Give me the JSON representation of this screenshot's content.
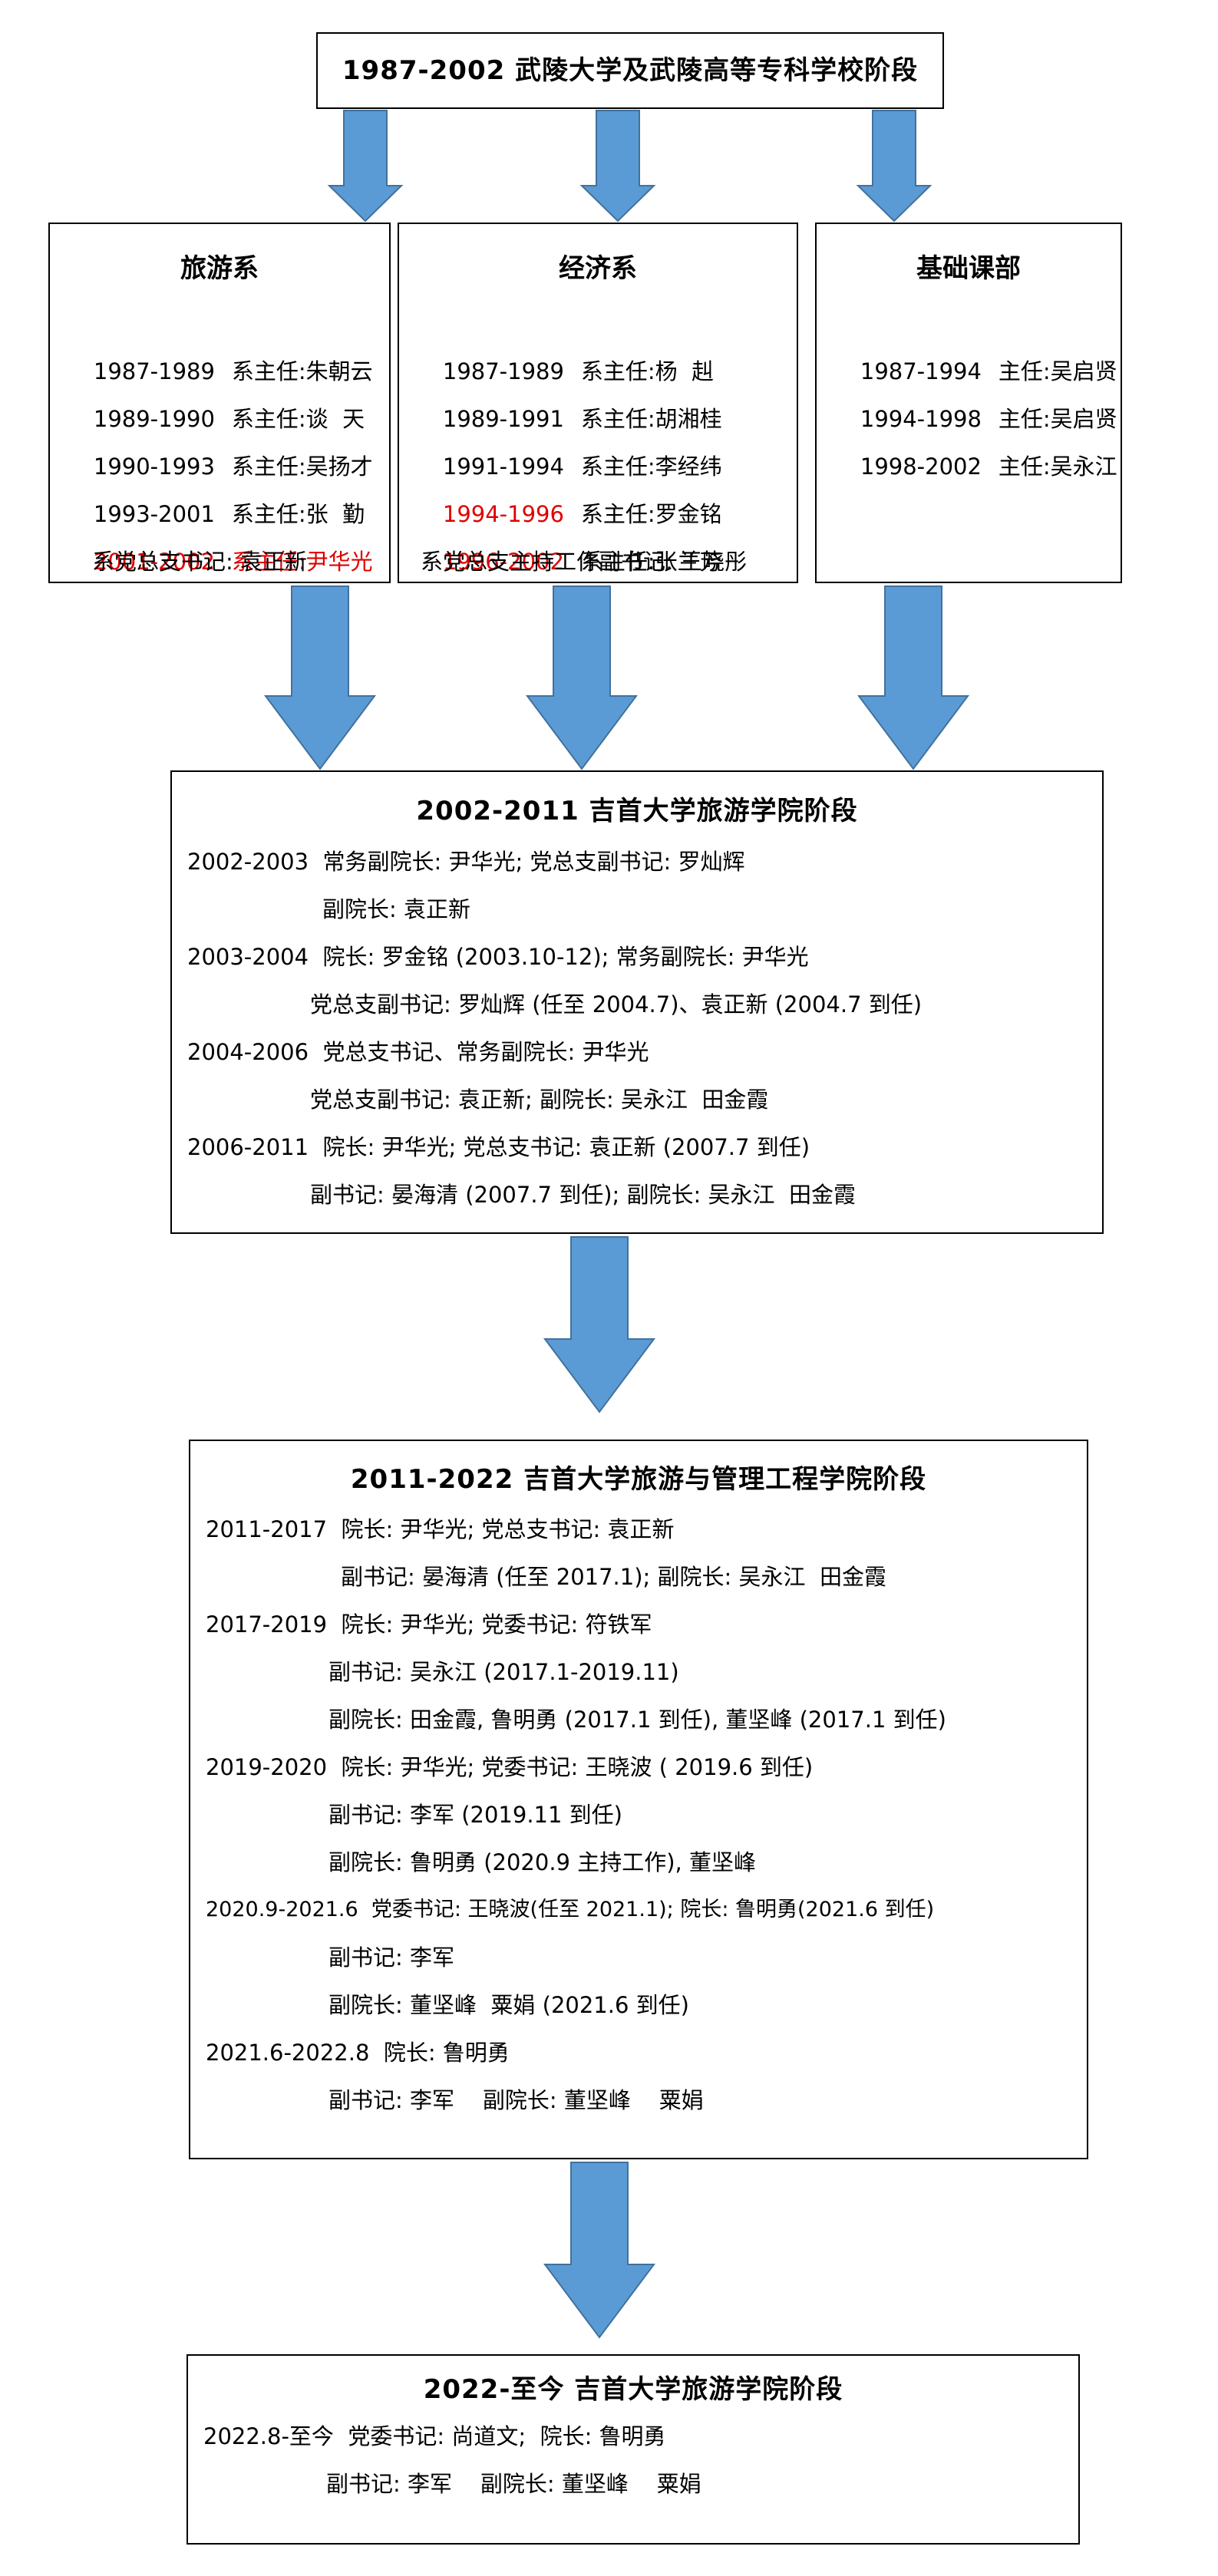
{
  "stage1": {
    "title": "1987-2002   武陵大学及武陵高等专科学校阶段",
    "tourism": {
      "title": "旅游系",
      "rows": [
        {
          "year": "1987-1989",
          "text": "系主任:朱朝云"
        },
        {
          "year": "1989-1990",
          "text": "系主任:谈  天"
        },
        {
          "year": "1990-1993",
          "text": "系主任:吴扬才"
        },
        {
          "year": "1993-2001",
          "text": "系主任:张  勤"
        },
        {
          "year": "2001-2002",
          "text": "系主任:尹华光"
        }
      ],
      "footer": "系党总支书记: 袁正新"
    },
    "economics": {
      "title": "经济系",
      "rows": [
        {
          "year": "1987-1989",
          "text": "系主任:杨  赳"
        },
        {
          "year": "1989-1991",
          "text": "系主任:胡湘桂"
        },
        {
          "year": "1991-1994",
          "text": "系主任:李经纬"
        },
        {
          "year": "1994-1996",
          "text": "系主任:罗金铭"
        },
        {
          "year": "1996-2002",
          "text": "系主任:张兰芳"
        }
      ],
      "footer": "系党总支主持工作副书记: 王晓彤"
    },
    "basic": {
      "title": "基础课部",
      "rows": [
        {
          "year": "1987-1994",
          "text": "主任:吴启贤"
        },
        {
          "year": "1994-1998",
          "text": "主任:吴启贤"
        },
        {
          "year": "1998-2002",
          "text": "主任:吴永江"
        }
      ]
    }
  },
  "stage2": {
    "title": "2002-2011   吉首大学旅游学院阶段",
    "lines": [
      "2002-2003  常务副院长: 尹华光; 党总支副书记: 罗灿辉",
      "副院长: 袁正新",
      "2003-2004  院长: 罗金铭 (2003.10-12); 常务副院长: 尹华光",
      "党总支副书记: 罗灿辉 (任至 2004.7)、袁正新 (2004.7 到任)",
      "2004-2006  党总支书记、常务副院长: 尹华光",
      "党总支副书记: 袁正新; 副院长: 吴永江  田金霞",
      "2006-2011  院长: 尹华光; 党总支书记: 袁正新 (2007.7 到任)",
      "副书记: 晏海清 (2007.7 到任); 副院长: 吴永江  田金霞"
    ]
  },
  "stage3": {
    "title": "2011-2022   吉首大学旅游与管理工程学院阶段",
    "lines": [
      "2011-2017  院长: 尹华光; 党总支书记: 袁正新",
      "副书记: 晏海清 (任至 2017.1); 副院长: 吴永江  田金霞",
      "2017-2019  院长: 尹华光; 党委书记: 符铁军",
      "副书记: 吴永江 (2017.1-2019.11)",
      "副院长: 田金霞, 鲁明勇 (2017.1 到任), 董坚峰 (2017.1 到任)",
      "2019-2020  院长: 尹华光; 党委书记: 王晓波 ( 2019.6 到任)",
      "副书记: 李军 (2019.11 到任)",
      "副院长: 鲁明勇 (2020.9 主持工作), 董坚峰",
      "2020.9-2021.6  党委书记: 王晓波(任至 2021.1); 院长: 鲁明勇(2021.6 到任)",
      "副书记: 李军",
      "副院长: 董坚峰  粟娟 (2021.6 到任)",
      "2021.6-2022.8  院长: 鲁明勇",
      "副书记: 李军    副院长: 董坚峰    粟娟"
    ]
  },
  "stage4": {
    "title": "2022-至今   吉首大学旅游学院阶段",
    "lines": [
      "2022.8-至今  党委书记: 尚道文;  院长: 鲁明勇",
      "副书记: 李军    副院长: 董坚峰    粟娟"
    ]
  },
  "colors": {
    "arrow": "#5b9bd5",
    "arrow_border": "#41719c",
    "highlight": "#e00000"
  }
}
